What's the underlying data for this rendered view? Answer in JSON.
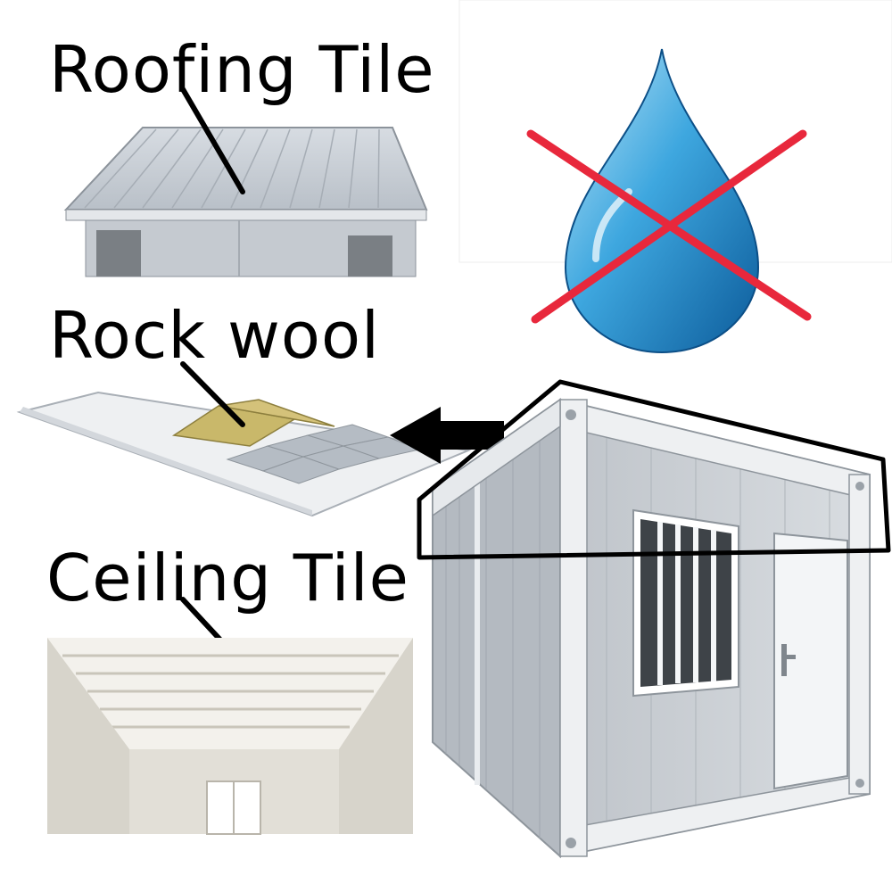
{
  "labels": {
    "roofing": "Roofing Tile",
    "rock_wool": "Rock wool",
    "ceiling": "Ceiling Tile"
  },
  "colors": {
    "drop_blue": "#1e86c8",
    "cross_red": "#e8283c",
    "panel_grey": "#c9cdd2",
    "frame_white": "#eef0f2",
    "rock_wool_yellow": "#c9b86a"
  },
  "icons": {
    "water_drop": "water-drop-icon",
    "cross": "cross-out-icon",
    "arrow": "arrow-left-icon"
  }
}
